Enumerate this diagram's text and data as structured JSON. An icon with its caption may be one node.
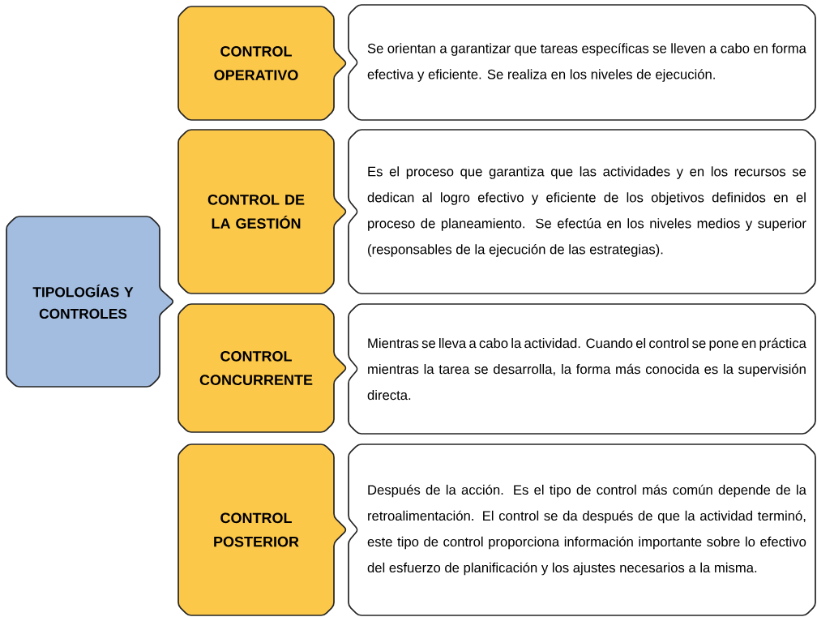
{
  "diagram": {
    "nodes": [
      {
        "text": [
          "TIPOLOGÍAS Y CONTROLES"
        ]
      },
      {
        "text": [
          "CONTROL OPERATIVO"
        ]
      },
      {
        "text": [
          "Se orientan a garantizar que tareas específicas se lleven a cabo en forma efectiva y eficiente. Se realiza en los niveles de ejecución."
        ]
      },
      {
        "text": [
          "CONTROL DE LA GESTIÓN"
        ]
      },
      {
        "text": [
          "Es el proceso que garantiza que las actividades y en los recursos se dedican al logro efectivo y eficiente de los objetivos definidos en el proceso de planeamiento. Se efectúa en los niveles medios y superior (responsables de la ejecución de las estrategias)."
        ]
      },
      {
        "text": [
          "CONTROL CONCURRENTE"
        ]
      },
      {
        "text": [
          "Mientras se lleva a cabo la actividad. Cuando el control se pone en práctica mientras la tarea se desarrolla, la forma más conocida es la supervisión directa."
        ]
      },
      {
        "text": [
          "CONTROL POSTERIOR"
        ]
      },
      {
        "text": [
          "Después de la acción. Es el tipo de control más común depende de la retroalimentación. El control se da después de que la actividad terminó, este tipo de control proporciona información importante sobre lo efectivo del esfuerzo de planificación y los ajustes necesarios a la misma."
        ]
      }
    ]
  }
}
